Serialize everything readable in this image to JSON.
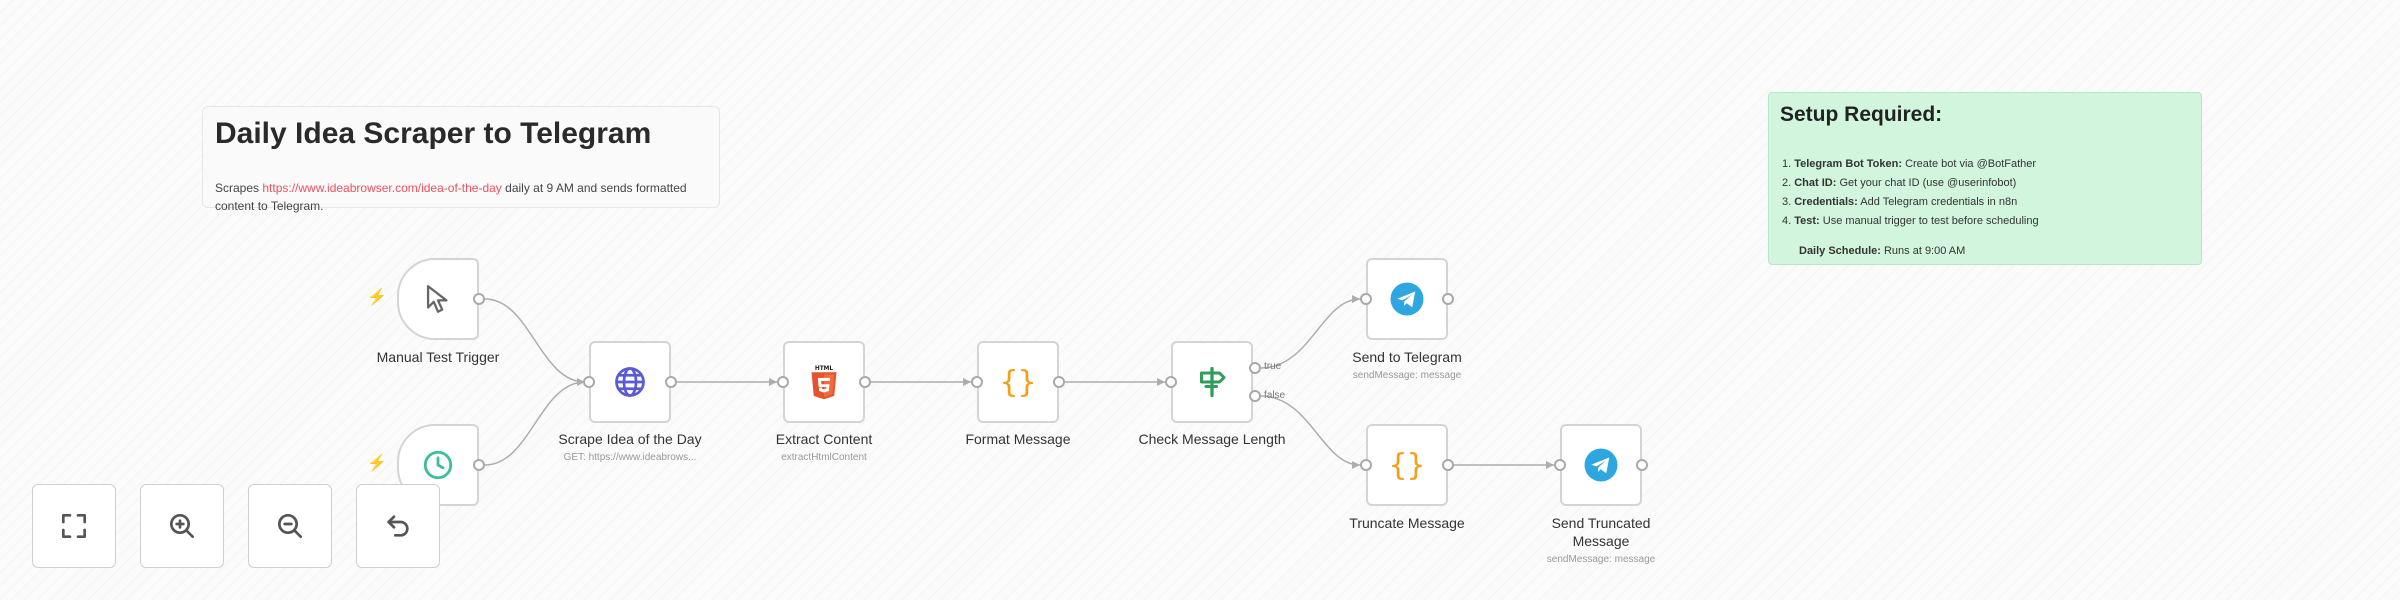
{
  "sticky_main": {
    "title": "Daily Idea Scraper to Telegram",
    "desc_prefix": "Scrapes ",
    "desc_link": "https://www.ideabrowser.com/idea-of-the-day",
    "desc_suffix": " daily at 9 AM and sends formatted content to Telegram."
  },
  "sticky_setup": {
    "title": "Setup Required:",
    "items": [
      {
        "n": "1. ",
        "label": "Telegram Bot Token:",
        "text": " Create bot via @BotFather"
      },
      {
        "n": "2. ",
        "label": "Chat ID:",
        "text": " Get your chat ID (use @userinfobot)"
      },
      {
        "n": "3. ",
        "label": "Credentials:",
        "text": " Add Telegram credentials in n8n"
      },
      {
        "n": "4. ",
        "label": "Test:",
        "text": " Use manual trigger to test before scheduling"
      }
    ],
    "schedule_label": "Daily Schedule:",
    "schedule_text": " Runs at 9:00 AM"
  },
  "nodes": {
    "manual_trigger": {
      "label": "Manual Test Trigger",
      "icon": "cursor-icon"
    },
    "daily_schedule": {
      "label": "hedule",
      "icon": "clock-icon"
    },
    "scrape": {
      "label": "Scrape Idea of the Day",
      "sub": "GET: https://www.ideabrows...",
      "icon": "globe-icon"
    },
    "extract": {
      "label": "Extract Content",
      "sub": "extractHtmlContent",
      "icon": "html5-icon"
    },
    "format": {
      "label": "Format Message",
      "icon": "braces-icon"
    },
    "check": {
      "label": "Check Message Length",
      "icon": "signpost-icon",
      "true_label": "true",
      "false_label": "false"
    },
    "send": {
      "label": "Send to Telegram",
      "sub": "sendMessage: message",
      "icon": "telegram-icon"
    },
    "truncate": {
      "label": "Truncate Message",
      "icon": "braces-icon"
    },
    "send_truncated": {
      "label": "Send Truncated Message",
      "sub": "sendMessage: message",
      "icon": "telegram-icon"
    }
  },
  "controls": {
    "icons": [
      "fit-view-icon",
      "zoom-in-icon",
      "zoom-out-icon",
      "undo-icon"
    ]
  },
  "colors": {
    "trigger_bolt": "#ee4f5f",
    "globe": "#5a5ad6",
    "html5": "#e5532d",
    "braces": "#f0a019",
    "signpost": "#2f9e5a",
    "telegram": "#2ea7e0",
    "clock": "#3bbf9a",
    "sticky_green": "#d2f5dd"
  }
}
